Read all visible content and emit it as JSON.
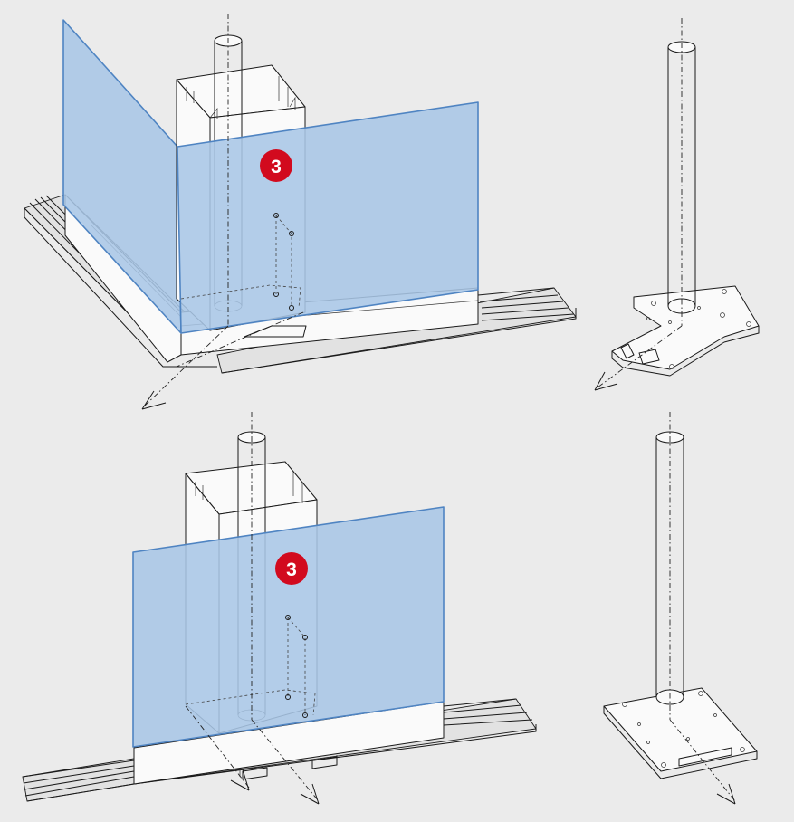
{
  "colors": {
    "background": "#ebebeb",
    "glass_fill": "#a8c6e6",
    "glass_edge": "#4f84c2",
    "badge": "#d20a1e",
    "line": "#1a1a1a"
  },
  "views": [
    {
      "name": "corner-assembly",
      "badge": "3"
    },
    {
      "name": "corner-base-plate"
    },
    {
      "name": "straight-assembly",
      "badge": "3"
    },
    {
      "name": "straight-base-plate"
    }
  ]
}
